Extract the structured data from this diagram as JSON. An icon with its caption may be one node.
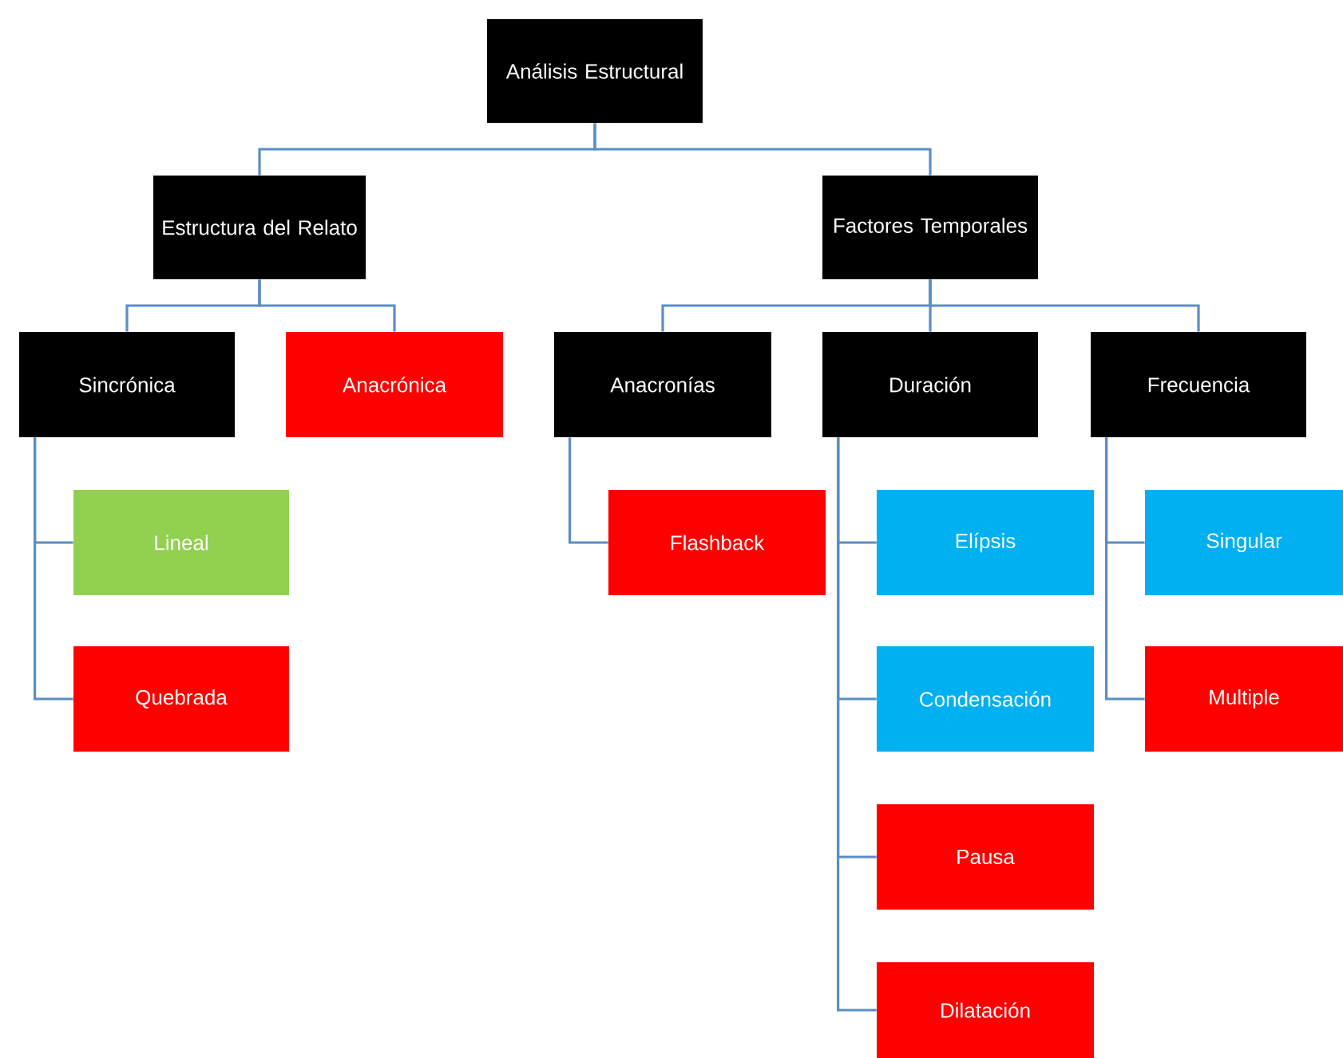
{
  "diagram": {
    "nodes": [
      {
        "text": [
          "Análisis Estructural"
        ]
      },
      {
        "text": [
          "Estructura del Relato"
        ]
      },
      {
        "text": [
          "Factores Temporales"
        ]
      },
      {
        "text": [
          "Sincrónica"
        ]
      },
      {
        "text": [
          "Anacrónica"
        ]
      },
      {
        "text": [
          "Anacronías"
        ]
      },
      {
        "text": [
          "Duración"
        ]
      },
      {
        "text": [
          "Frecuencia"
        ]
      },
      {
        "text": [
          "Lineal"
        ]
      },
      {
        "text": [
          "Quebrada"
        ]
      },
      {
        "text": [
          "Flashback"
        ]
      },
      {
        "text": [
          "Elípsis"
        ]
      },
      {
        "text": [
          "Condensación"
        ]
      },
      {
        "text": [
          "Pausa"
        ]
      },
      {
        "text": [
          "Dilatación"
        ]
      },
      {
        "text": [
          "Singular"
        ]
      },
      {
        "text": [
          "Multiple"
        ]
      }
    ],
    "edges": [
      {
        "from": 0,
        "to": 1,
        "arrow": "none"
      },
      {
        "from": 0,
        "to": 2,
        "arrow": "none"
      },
      {
        "from": 1,
        "to": 3,
        "arrow": "none"
      },
      {
        "from": 1,
        "to": 4,
        "arrow": "none"
      },
      {
        "from": 2,
        "to": 5,
        "arrow": "none"
      },
      {
        "from": 2,
        "to": 6,
        "arrow": "none"
      },
      {
        "from": 2,
        "to": 7,
        "arrow": "none"
      },
      {
        "from": 3,
        "to": 8,
        "arrow": "none"
      },
      {
        "from": 3,
        "to": 9,
        "arrow": "none"
      },
      {
        "from": 5,
        "to": 10,
        "arrow": "none"
      },
      {
        "from": 6,
        "to": 11,
        "arrow": "none"
      },
      {
        "from": 6,
        "to": 12,
        "arrow": "none"
      },
      {
        "from": 6,
        "to": 13,
        "arrow": "none"
      },
      {
        "from": 6,
        "to": 14,
        "arrow": "none"
      },
      {
        "from": 7,
        "to": 15,
        "arrow": "none"
      },
      {
        "from": 7,
        "to": 16,
        "arrow": "none"
      }
    ]
  }
}
